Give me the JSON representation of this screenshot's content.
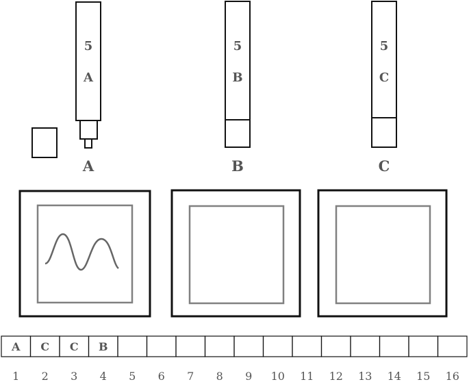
{
  "pens": [
    {
      "number": "5",
      "letter": "A",
      "caption": "A"
    },
    {
      "number": "5",
      "letter": "B",
      "caption": "B"
    },
    {
      "number": "5",
      "letter": "C",
      "caption": "C"
    }
  ],
  "strip": {
    "cells": [
      "A",
      "C",
      "C",
      "B",
      "",
      "",
      "",
      "",
      "",
      "",
      "",
      "",
      "",
      "",
      "",
      ""
    ],
    "numbers": [
      "1",
      "2",
      "3",
      "4",
      "5",
      "6",
      "7",
      "8",
      "9",
      "10",
      "11",
      "12",
      "13",
      "14",
      "15",
      "16"
    ]
  },
  "colors": {
    "outline": "#111111",
    "inner_frame": "#808080",
    "text": "#555555",
    "wave": "#666666"
  }
}
